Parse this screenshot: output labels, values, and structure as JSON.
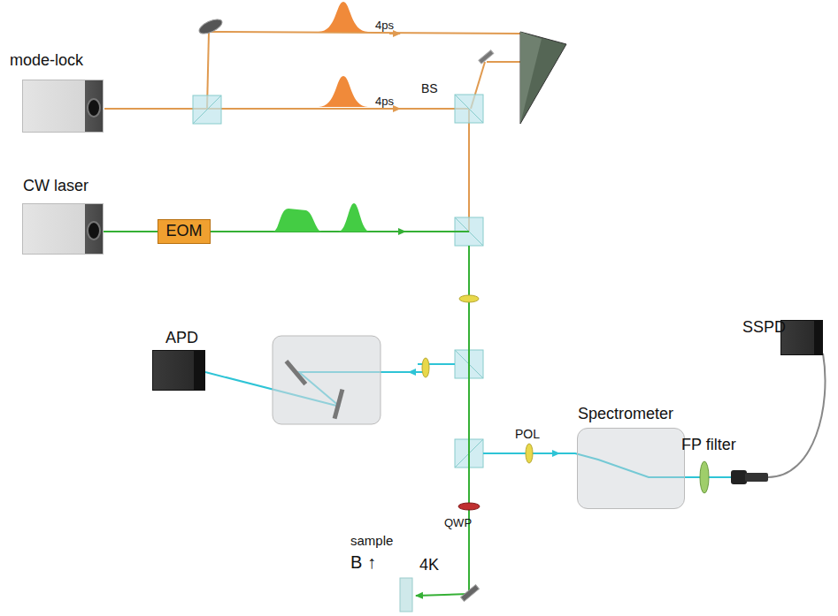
{
  "diagram": {
    "nodes": [
      {
        "text": [
          "mode-lock"
        ]
      },
      {
        "text": [
          "CW laser"
        ]
      },
      {
        "text": [
          "EOM"
        ]
      },
      {
        "text": [
          "APD"
        ]
      },
      {
        "text": [
          "Spectrometer"
        ]
      },
      {
        "text": [
          "SSPD"
        ]
      }
    ],
    "edges": [
      {
        "from": 1,
        "to": 2,
        "arrow": "none"
      }
    ],
    "labels": [
      "4ps",
      "4ps",
      "BS",
      "POL",
      "FP filter",
      "QWP",
      "sample",
      "4K",
      "B ↑"
    ]
  }
}
